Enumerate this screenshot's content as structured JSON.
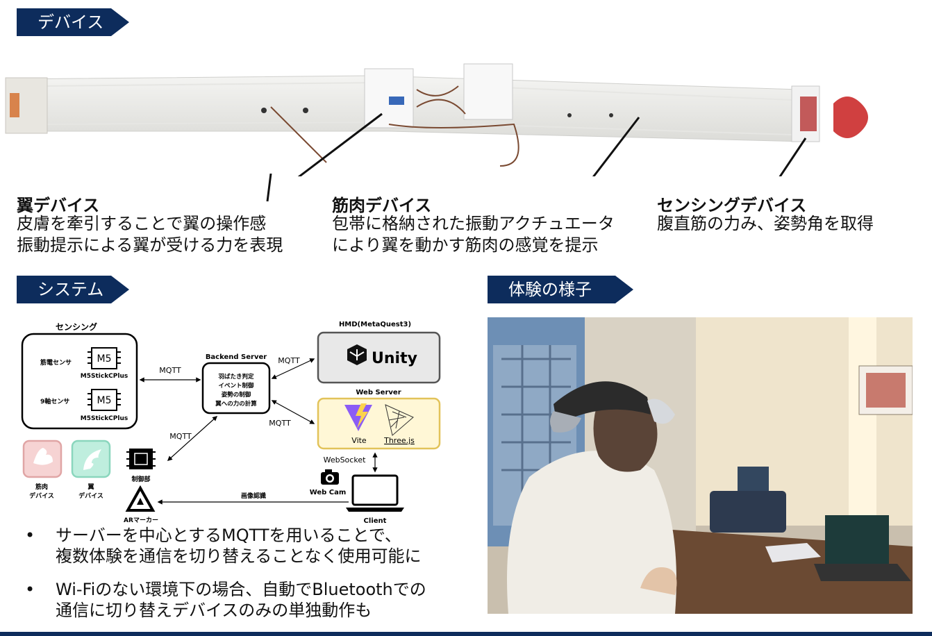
{
  "sections": {
    "device": "デバイス",
    "system": "システム",
    "experience": "体験の様子"
  },
  "callouts": [
    {
      "title": "翼デバイス",
      "lines": [
        "皮膚を牽引することで翼の操作感",
        "振動提示による翼が受ける力を表現"
      ]
    },
    {
      "title": "筋肉デバイス",
      "lines": [
        "包帯に格納された振動アクチュエータ",
        "により翼を動かす筋肉の感覚を提示"
      ]
    },
    {
      "title": "センシングデバイス",
      "lines": [
        "腹直筋の力み、姿勢角を取得"
      ]
    }
  ],
  "diagram": {
    "sensing_title": "センシング",
    "emg_label": "筋電センサ",
    "imu_label": "9軸センサ",
    "chip_label": "M5",
    "chip_name": "M5StickCPlus",
    "backend_title": "Backend Server",
    "backend_lines": [
      "羽ばたき判定",
      "イベント制御",
      "姿勢の制御",
      "翼への力の計算"
    ],
    "hmd_title": "HMD(MetaQuest3)",
    "unity_label": "Unity",
    "webserver_title": "Web Server",
    "vite_label": "Vite",
    "three_label": "Three.js",
    "mqtt": "MQTT",
    "websocket": "WebSocket",
    "webcam": "Web Cam",
    "client": "Client",
    "image_recog": "画像認識",
    "muscle_device": [
      "筋肉",
      "デバイス"
    ],
    "wing_device": [
      "翼",
      "デバイス"
    ],
    "controller": "制御部",
    "ar_marker": "ARマーカー"
  },
  "bullets": [
    [
      "サーバーを中心とするMQTTを用いることで、",
      "複数体験を通信を切り替えることなく使用可能に"
    ],
    [
      "Wi-Fiのない環境下の場合、自動でBluetoothでの",
      "通信に切り替えデバイスのみの単独動作も"
    ]
  ],
  "bullet_marker": "•",
  "colors": {
    "accent": "#0d2c5c",
    "unity_box": "#e8e8e8",
    "web_box": "#fff7d6",
    "muscle": "#f6d3d3",
    "wing": "#bfeede"
  }
}
